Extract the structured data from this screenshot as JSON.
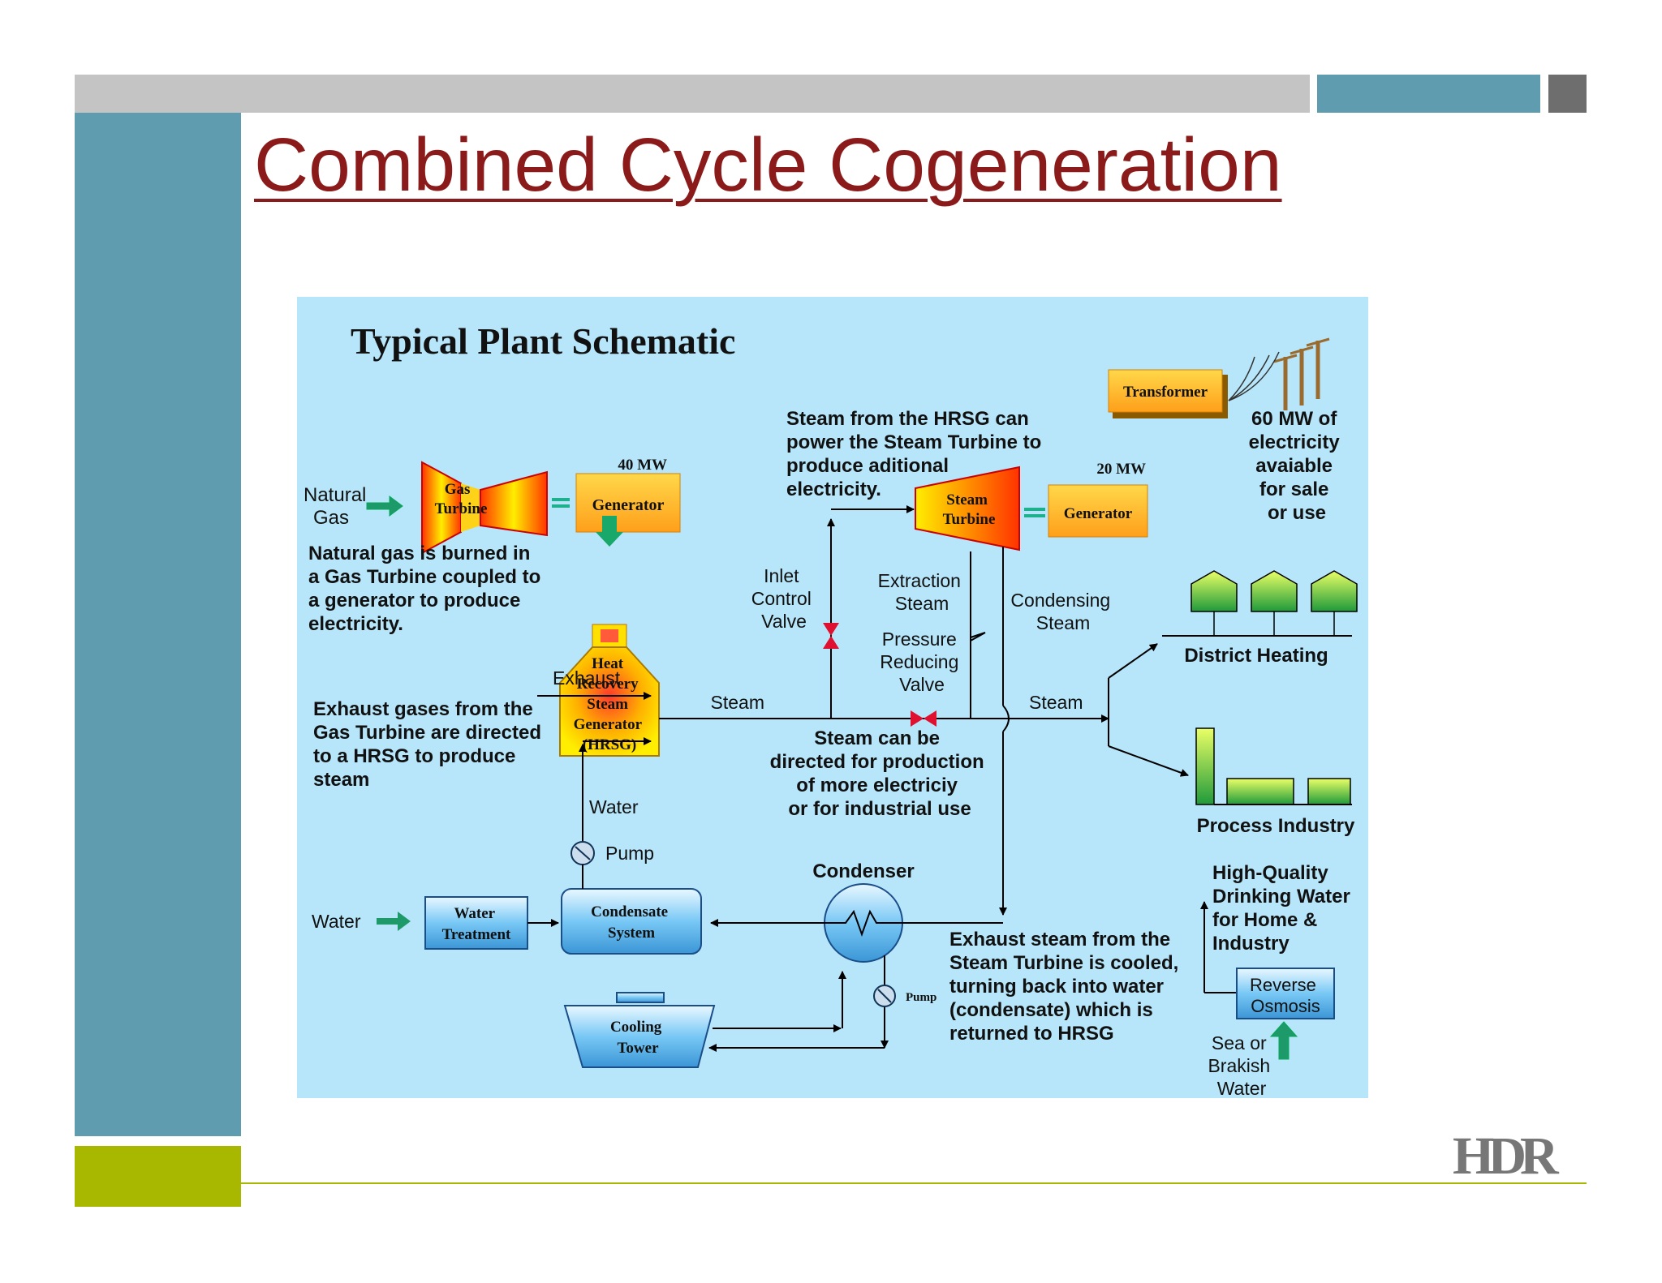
{
  "slide": {
    "title": "Combined Cycle Cogeneration",
    "logo_text": "HDR",
    "colors": {
      "top_bar_gray": "#c4c4c4",
      "teal": "#5f9cb0",
      "dark_gray": "#6e6e6e",
      "olive": "#a8b800",
      "title_red": "#8b1a1a",
      "schematic_bg": "#b7e6fa"
    }
  },
  "schematic": {
    "title": "Typical Plant Schematic",
    "labels": {
      "natural_gas": [
        "Natural",
        "Gas"
      ],
      "gas_turbine": [
        "Gas",
        "Turbine"
      ],
      "generator": "Generator",
      "mw_40": "40 MW",
      "mw_20": "20 MW",
      "transformer": "Transformer",
      "steam_turbine": [
        "Steam",
        "Turbine"
      ],
      "steam_hrsg_note": [
        "Steam from the HRSG can",
        "power the Steam Turbine to",
        "produce aditional",
        "electricity."
      ],
      "sixty_mw_note": [
        "60 MW of",
        "electricity",
        "avaiable",
        "for sale",
        "or use"
      ],
      "natural_gas_note": [
        "Natural gas is burned in",
        "a Gas Turbine coupled to",
        "a generator to produce",
        "electricity."
      ],
      "inlet_valve": [
        "Inlet",
        "Control",
        "Valve"
      ],
      "extraction_steam": [
        "Extraction",
        "Steam"
      ],
      "condensing_steam": [
        "Condensing",
        "Steam"
      ],
      "pressure_valve": [
        "Pressure",
        "Reducing",
        "Valve"
      ],
      "hrsg": [
        "Heat",
        "Recovery",
        "Steam",
        "Generator",
        "(HRSG)"
      ],
      "exhaust": "Exhaust",
      "exhaust_note": [
        "Exhaust gases from the",
        "Gas Turbine are directed",
        "to a HRSG to produce",
        "steam"
      ],
      "steam_left": "Steam",
      "steam_right": "Steam",
      "steam_directed_note": [
        "Steam can be",
        "directed for production",
        "of more electriciy",
        "or for industrial use"
      ],
      "district_heating": "District Heating",
      "process_industry": "Process Industry",
      "water_up": "Water",
      "pump": "Pump",
      "pump_small": "Pump",
      "condenser": "Condenser",
      "water_in": "Water",
      "water_treatment": [
        "Water",
        "Treatment"
      ],
      "condensate_system": [
        "Condensate",
        "System"
      ],
      "cooling_tower": [
        "Cooling",
        "Tower"
      ],
      "exhaust_steam_note": [
        "Exhaust steam from the",
        "Steam Turbine is cooled,",
        "turning back into water",
        "(condensate) which is",
        "returned to HRSG"
      ],
      "drinking_water": [
        "High-Quality",
        "Drinking Water",
        "for Home &",
        "Industry"
      ],
      "reverse_osmosis": [
        "Reverse",
        "Osmosis"
      ],
      "sea_water": [
        "Sea or",
        "Brakish",
        "Water"
      ]
    }
  }
}
